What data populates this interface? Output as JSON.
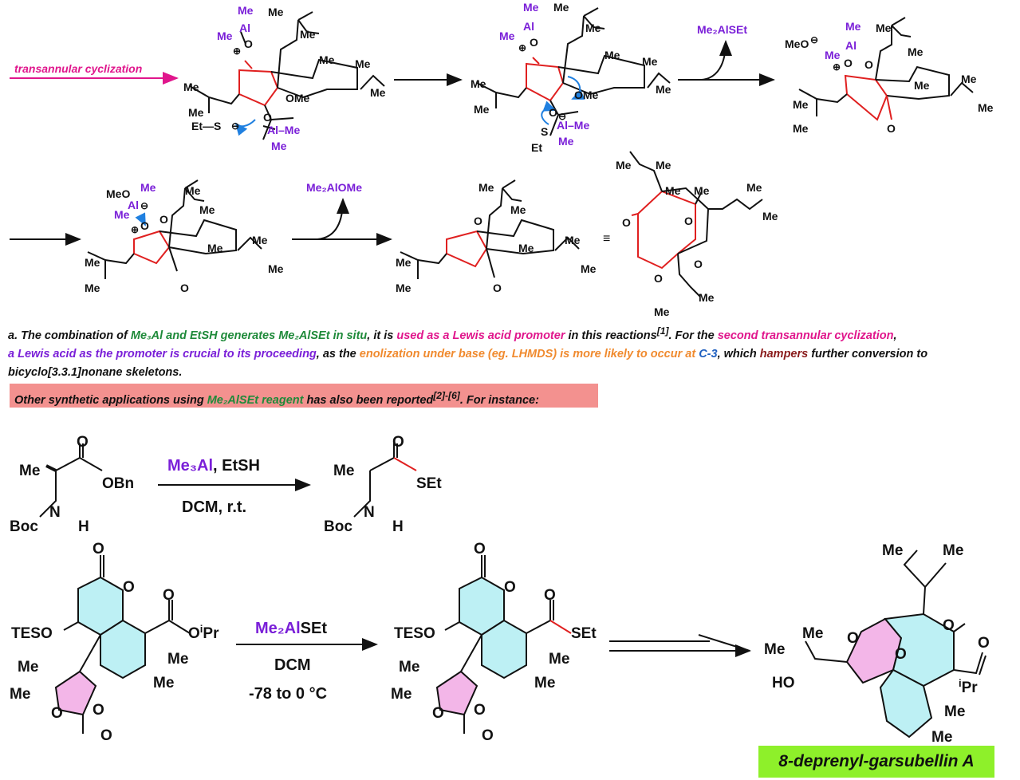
{
  "labels": {
    "transannular": "transannular cyclization",
    "me2alset_top": "Me₂AlSEt",
    "me2alome": "Me₂AlOMe",
    "equiv": "≡",
    "reagent1a": "Me₃Al",
    "reagent1b": ", EtSH",
    "cond1": "DCM, r.t.",
    "reagent2a": "Me₂Al",
    "reagent2b": "SEt",
    "cond2a": "DCM",
    "cond2b": "-78 to 0 °C"
  },
  "note": {
    "p1": "a. The combination of ",
    "g1": "Me₃Al and EtSH generates Me₂AlSEt in situ",
    "p2": ", it is ",
    "m1": "used as a Lewis acid promoter",
    "p3": " in this reactions",
    "ref1": "[1]",
    "p4": ". For the ",
    "m2": "second transannular cyclization",
    "p5": ",",
    "pu1": "a Lewis acid as the promoter is crucial to its proceeding",
    "p6": ", as the ",
    "o1": "enolization under base (eg. LHMDS) is more likely to occur at ",
    "b1": "C-3",
    "p7": ", which ",
    "r1": "hampers",
    "p8": " further conversion to bicyclo[3.3.1]nonane skeletons."
  },
  "banner": {
    "a": "Other synthetic applications using ",
    "g": "Me₂AlSEt reagent",
    "b": " has also been reported",
    "ref": "[2]-[6]",
    "c": ". For instance:"
  },
  "product_name": "8-deprenyl-garsubellin A",
  "colors": {
    "magenta": "#e0168c",
    "purple": "#7a1fd8",
    "red": "#e02020",
    "blue": "#2080e0",
    "green_box": "#8ef02a",
    "banner": "#f3918f",
    "cyan_fill": "#bdf0f4",
    "pink_fill": "#f3b6e8"
  }
}
